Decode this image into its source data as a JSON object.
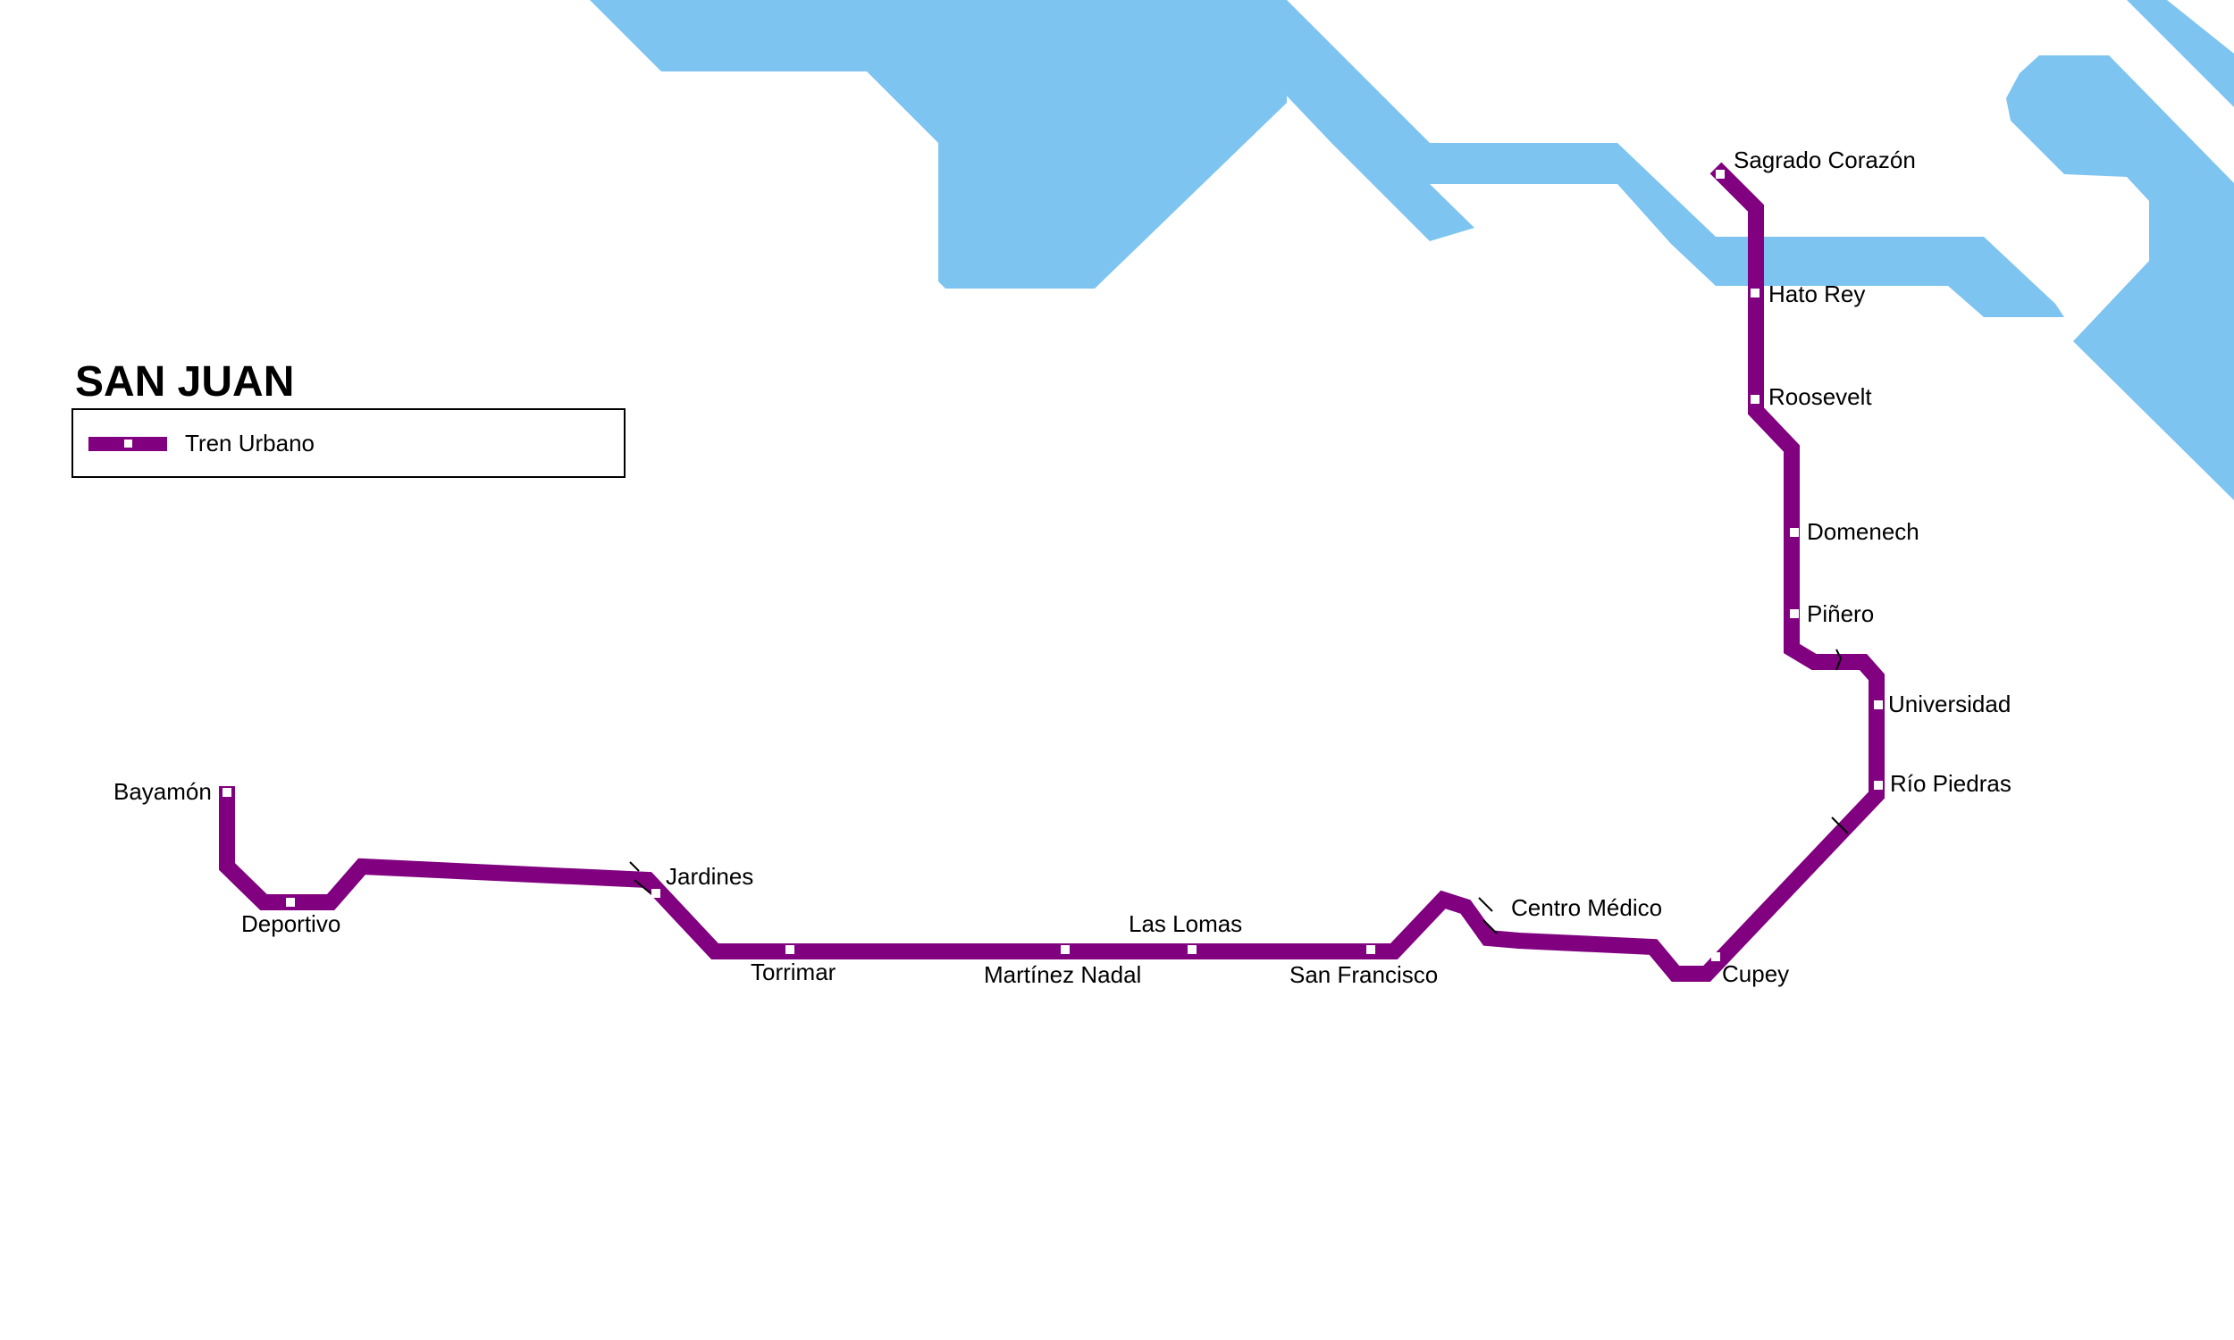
{
  "map": {
    "title": "SAN JUAN",
    "water_color": "#7DC4F1",
    "line_color": "#800080",
    "station_marker_color": "#ffffff"
  },
  "legend": {
    "line_name": "Tren Urbano",
    "line_icon": "metro-line-swatch"
  },
  "stations": [
    {
      "id": "sagrado-corazon",
      "name": "Sagrado Corazón"
    },
    {
      "id": "hato-rey",
      "name": "Hato Rey"
    },
    {
      "id": "roosevelt",
      "name": "Roosevelt"
    },
    {
      "id": "domenech",
      "name": "Domenech"
    },
    {
      "id": "pinero",
      "name": "Piñero"
    },
    {
      "id": "universidad",
      "name": "Universidad"
    },
    {
      "id": "rio-piedras",
      "name": "Río Piedras"
    },
    {
      "id": "cupey",
      "name": "Cupey"
    },
    {
      "id": "centro-medico",
      "name": "Centro Médico"
    },
    {
      "id": "san-francisco",
      "name": "San Francisco"
    },
    {
      "id": "las-lomas",
      "name": "Las Lomas"
    },
    {
      "id": "martinez-nadal",
      "name": "Martínez Nadal"
    },
    {
      "id": "torrimar",
      "name": "Torrimar"
    },
    {
      "id": "jardines",
      "name": "Jardines"
    },
    {
      "id": "deportivo",
      "name": "Deportivo"
    },
    {
      "id": "bayamon",
      "name": "Bayamón"
    }
  ]
}
